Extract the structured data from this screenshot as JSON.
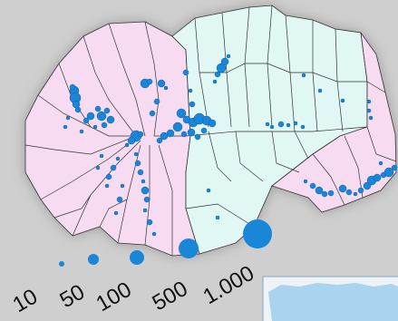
{
  "map": {
    "colors": {
      "background": "#cfcfcf",
      "shadow": "#9a9a9a",
      "region_pink": "#f7dcf1",
      "region_cyan": "#e0f7f3",
      "border": "#333333",
      "dot": "#1a86d8",
      "dot_stroke": "#0b5ea8",
      "inset_land": "#a9d3ee"
    },
    "legend": {
      "items": [
        {
          "label": "10",
          "value": 10
        },
        {
          "label": "50",
          "value": 50
        },
        {
          "label": "100",
          "value": 100
        },
        {
          "label": "500",
          "value": 500
        },
        {
          "label": "1.000",
          "value": 1000
        }
      ]
    }
  }
}
